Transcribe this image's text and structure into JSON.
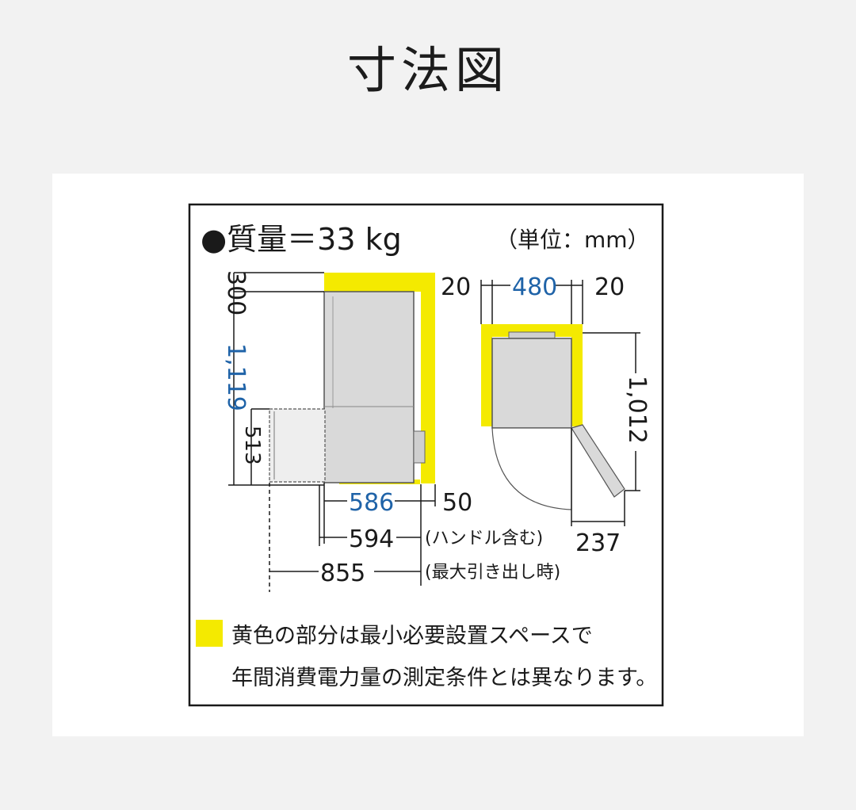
{
  "title": "寸法図",
  "diagram": {
    "mass": "●質量＝33 kg",
    "unit": "（単位：mm）",
    "side": {
      "dim_top_clearance": "300",
      "dim_height": "1,119",
      "dim_drawer": "513",
      "dim_body_depth": "586",
      "dim_rear_clearance": "50",
      "dim_depth_with_handle": "594",
      "note_handle": "(ハンドル含む)",
      "dim_drawer_open": "855",
      "note_drawer_open": "(最大引き出し時)"
    },
    "top": {
      "dim_left_clearance": "20",
      "dim_width": "480",
      "dim_right_clearance": "20",
      "dim_door_open_depth": "1,012",
      "dim_door_swing": "237"
    },
    "legend_line1": "黄色の部分は最小必要設置スペースで",
    "legend_line2": "年間消費電力量の測定条件とは異なります。"
  },
  "colors": {
    "clearance": "#f4ea00",
    "dimension_blue": "#1f63a8",
    "text": "#1a1a1a",
    "appliance": "#d9d9d9"
  }
}
